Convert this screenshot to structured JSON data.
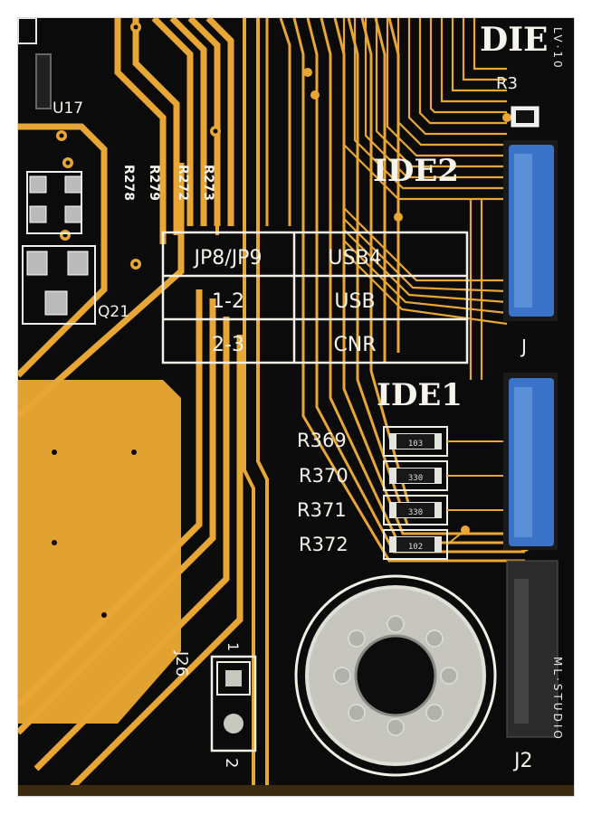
{
  "labels": {
    "u17": "U17",
    "q21": "Q21",
    "ide_top": "DIE",
    "ide2": "IDE2",
    "ide1": "IDE1",
    "r_top": "R3",
    "j26": "J26",
    "pin1": "1",
    "pin2": "2",
    "j_right1": "J",
    "j_right2": "J2",
    "res_vertical": [
      "R278",
      "R279",
      "R272",
      "R273"
    ]
  },
  "jumper_table": {
    "headers": [
      "JP8/JP9",
      "USB4"
    ],
    "rows": [
      [
        "1-2",
        "USB"
      ],
      [
        "2-3",
        "CNR"
      ]
    ]
  },
  "resistors": [
    {
      "name": "R369",
      "code": "103"
    },
    {
      "name": "R370",
      "code": "330"
    },
    {
      "name": "R371",
      "code": "330"
    },
    {
      "name": "R372",
      "code": "102"
    }
  ],
  "watermark": {
    "top": "LV·10",
    "bottom": "ML·STUDIO"
  },
  "colors": {
    "pcb": "#0b0b0b",
    "trace": "#e8a634",
    "silkscreen": "#f1efe6",
    "connector_blue": "#3a73c8",
    "mount_ring": "#c8c8c0"
  }
}
